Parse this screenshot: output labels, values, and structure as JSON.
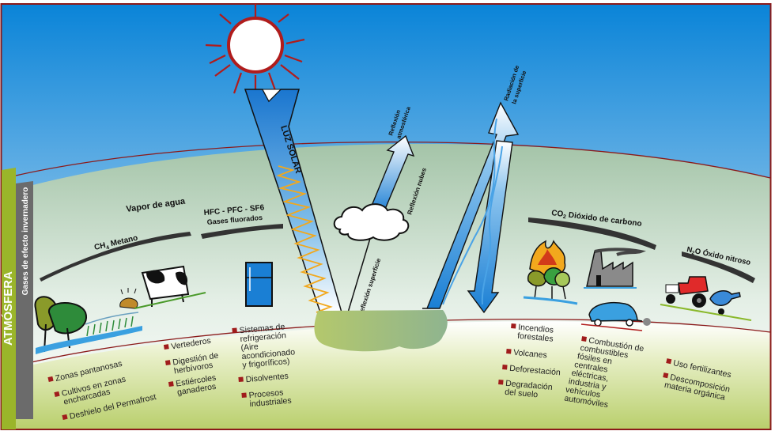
{
  "diagram": {
    "title_vertical": "ATMÓSFERA",
    "subtitle_vertical": "Gases de efecto invernadero",
    "colors": {
      "sky_top": "#0a84d8",
      "sky_bottom": "#cfe6f3",
      "atmosphere_band": "#a9c8ae",
      "ground": "#c8d98a",
      "border": "#8b1a1a",
      "bullet": "#a01c1c",
      "title_bar": "#9ab52a",
      "subtitle_bar": "#6b6b6b",
      "sun_outline": "#b01c1c",
      "arrow_blue": "#1a7fd4"
    },
    "sun": {
      "icon": "sun-icon"
    },
    "arrows": {
      "solar": "LUZ SOLAR",
      "atmospheric_reflection": "Reflexión atmosférica",
      "atmospheric_reflection_l1": "Reflexión",
      "atmospheric_reflection_l2": "atmosférica",
      "cloud_reflection": "Reflexión nubes",
      "surface_reflection": "Reflexión superficie",
      "surface_radiation_l1": "Radiación de",
      "surface_radiation_l2": "la superficie"
    },
    "gases": {
      "water_vapor": "Vapor de agua",
      "methane": {
        "formula": "CH",
        "sub": "4",
        "name": " Metano"
      },
      "fluorinated_l1": "HFC - PFC - SF6",
      "fluorinated_l2": "Gases fluorados",
      "co2": {
        "formula": "CO",
        "sub": "2",
        "name": " Dióxido de carbono"
      },
      "n2o": {
        "formula": "N",
        "sub": "2",
        "rest": "O",
        "name": " Óxido nitroso"
      }
    },
    "sources": {
      "methane_wetlands": [
        [
          "Zonas pantanosas"
        ],
        [
          "Cultivos en zonas",
          "encharcadas"
        ],
        [
          "Deshielo del Permafrost"
        ]
      ],
      "methane_livestock": [
        [
          "Vertederos"
        ],
        [
          "Digestión de",
          "herbívoros"
        ],
        [
          "Estiércoles",
          "ganaderos"
        ]
      ],
      "fluorinated": [
        [
          "Sistemas de",
          "refrigeración",
          "(Aire",
          "acondicionado",
          "y frigoríficos)"
        ],
        [
          "Disolventes"
        ],
        [
          "Procesos",
          "industriales"
        ]
      ],
      "co2_natural": [
        [
          "Incendios",
          "forestales"
        ],
        [
          "Volcanes"
        ],
        [
          "Deforestación"
        ],
        [
          "Degradación",
          "del suelo"
        ]
      ],
      "co2_combustion": [
        [
          "Combustión de",
          "combustibles",
          "fósiles en",
          "centrales",
          "eléctricas,",
          "industria y",
          "vehículos",
          "automóviles"
        ]
      ],
      "n2o": [
        [
          "Uso fertilizantes"
        ],
        [
          "Descomposición",
          "materia orgánica"
        ]
      ]
    },
    "illustrations": [
      "trees-icon",
      "marsh-icon",
      "cow-icon",
      "manure-icon",
      "refrigerator-icon",
      "cloud-icon",
      "forest-fire-icon",
      "factory-icon",
      "car-icon",
      "tractor-icon"
    ]
  }
}
